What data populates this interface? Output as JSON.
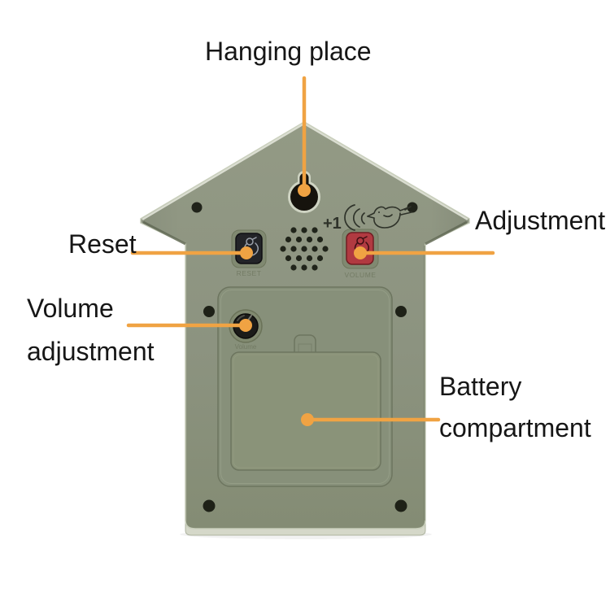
{
  "image_type": "annotated product diagram of the back of a birdhouse-shaped cuckoo clock",
  "labels": {
    "hanging_place": "Hanging place",
    "reset": "Reset",
    "adjustment": "Adjustment",
    "volume_line1": "Volume",
    "volume_line2": "adjustment",
    "battery_line1": "Battery",
    "battery_line2": "compartment"
  },
  "device": {
    "plus_one": "+1",
    "black_button_embossed": "RESET",
    "red_button_embossed": "VOLUME",
    "knob_embossed": "Volume"
  },
  "icons": {
    "black_button": "bird-icon",
    "red_button": "bird-icon",
    "beside_plus_one": "sound-waves-icon and bird-sketch-icon",
    "hanging_hole": "keyhole-slot",
    "speaker": "speaker-grille-holes"
  },
  "colors": {
    "annotation_orange": "#F0A343",
    "body_green": "#8D9480",
    "recess_green": "#87907A",
    "button_red": "#B13A41",
    "button_black": "#232428",
    "label_text": "#161616",
    "background": "#FFFFFF"
  }
}
